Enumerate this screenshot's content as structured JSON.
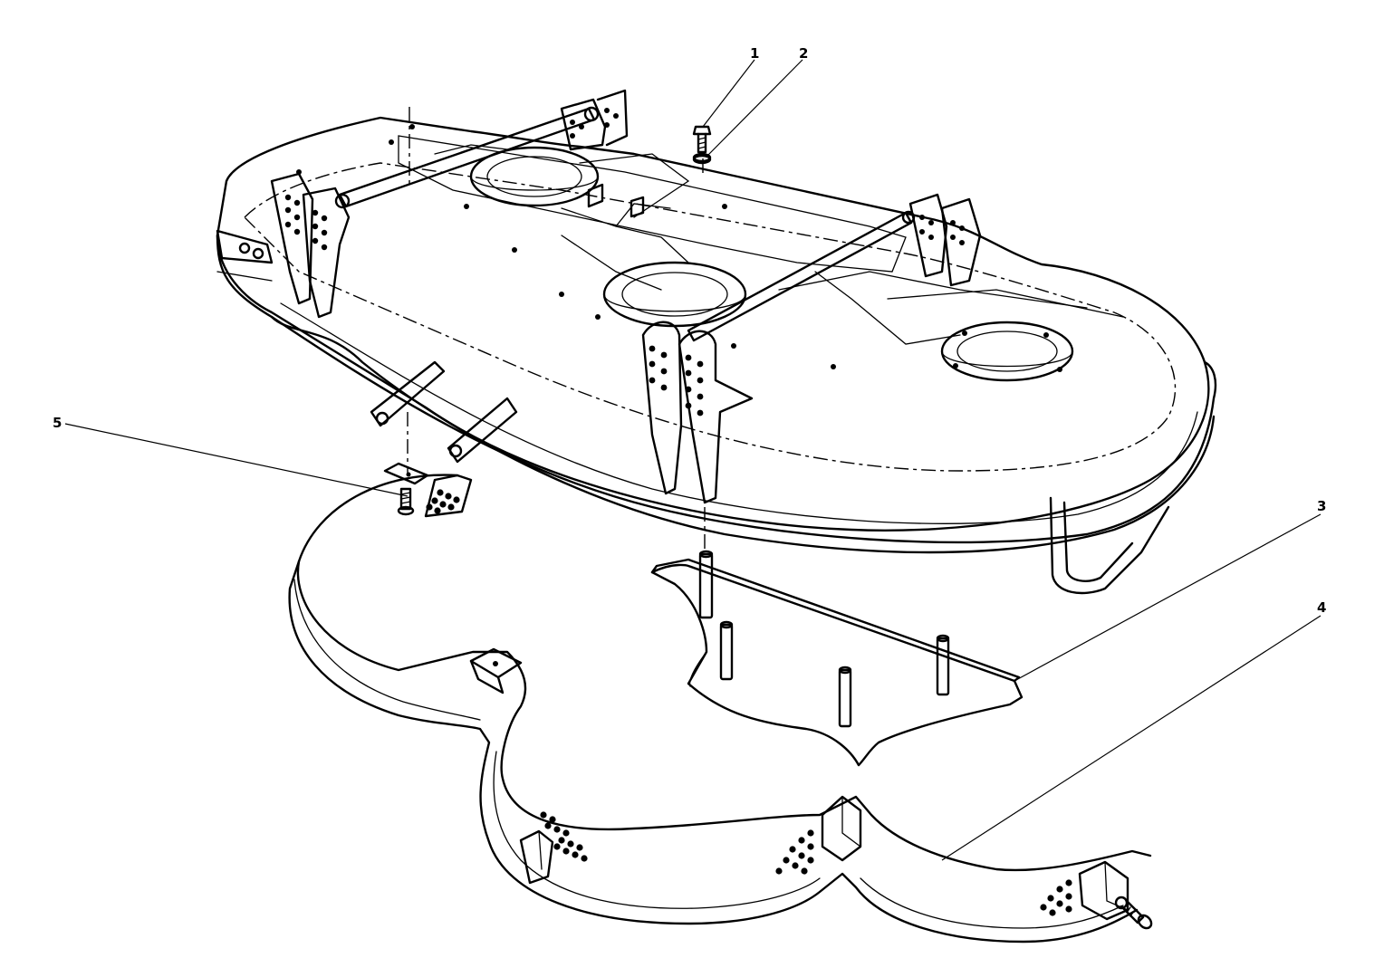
{
  "callouts": [
    {
      "id": "1",
      "text": "1"
    },
    {
      "id": "2",
      "text": "2"
    },
    {
      "id": "3",
      "text": "3"
    },
    {
      "id": "4",
      "text": "4"
    },
    {
      "id": "5",
      "text": "5"
    }
  ],
  "caption": "",
  "parts": [
    "mower-deck-housing",
    "bolt",
    "washer",
    "mounting-plate",
    "discharge-baffle",
    "carriage-bolt"
  ]
}
